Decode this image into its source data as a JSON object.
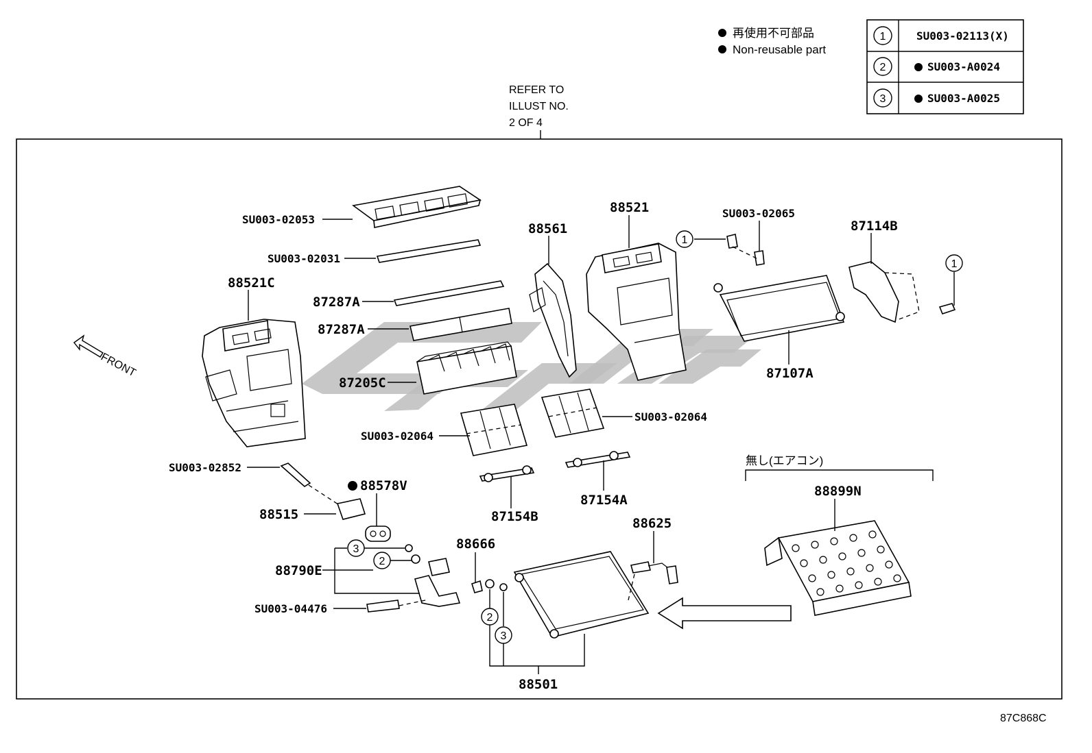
{
  "legend": {
    "jp": "再使用不可部品",
    "en": "Non-reusable part"
  },
  "ref_table": [
    {
      "num": "1",
      "code": "SU003-02113(X)",
      "nonreusable": false
    },
    {
      "num": "2",
      "code": "SU003-A0024",
      "nonreusable": true
    },
    {
      "num": "3",
      "code": "SU003-A0025",
      "nonreusable": true
    }
  ],
  "refer_note": [
    "REFER TO",
    "ILLUST NO.",
    "2 OF 4"
  ],
  "front_label": "FRONT",
  "no_ac_label": "無し(エアコン)",
  "diagram_id": "87C868C",
  "part_labels": {
    "p_su02053": "SU003-02053",
    "p_su02031": "SU003-02031",
    "p_88521c": "88521C",
    "p_87287a_1": "87287A",
    "p_87287a_2": "87287A",
    "p_87205c": "87205C",
    "p_88561": "88561",
    "p_88521": "88521",
    "p_su02065": "SU003-02065",
    "p_87114b": "87114B",
    "p_87107a": "87107A",
    "p_su02064_l": "SU003-02064",
    "p_su02064_r": "SU003-02064",
    "p_su02852": "SU003-02852",
    "p_88578v": "88578V",
    "p_88515": "88515",
    "p_87154b": "87154B",
    "p_87154a": "87154A",
    "p_88625": "88625",
    "p_88666": "88666",
    "p_88790e": "88790E",
    "p_su04476": "SU003-04476",
    "p_88501": "88501",
    "p_88899n": "88899N"
  },
  "callouts": {
    "c1a": "1",
    "c1b": "1",
    "c3a": "3",
    "c2a": "2",
    "c2b": "2",
    "c3b": "3"
  }
}
